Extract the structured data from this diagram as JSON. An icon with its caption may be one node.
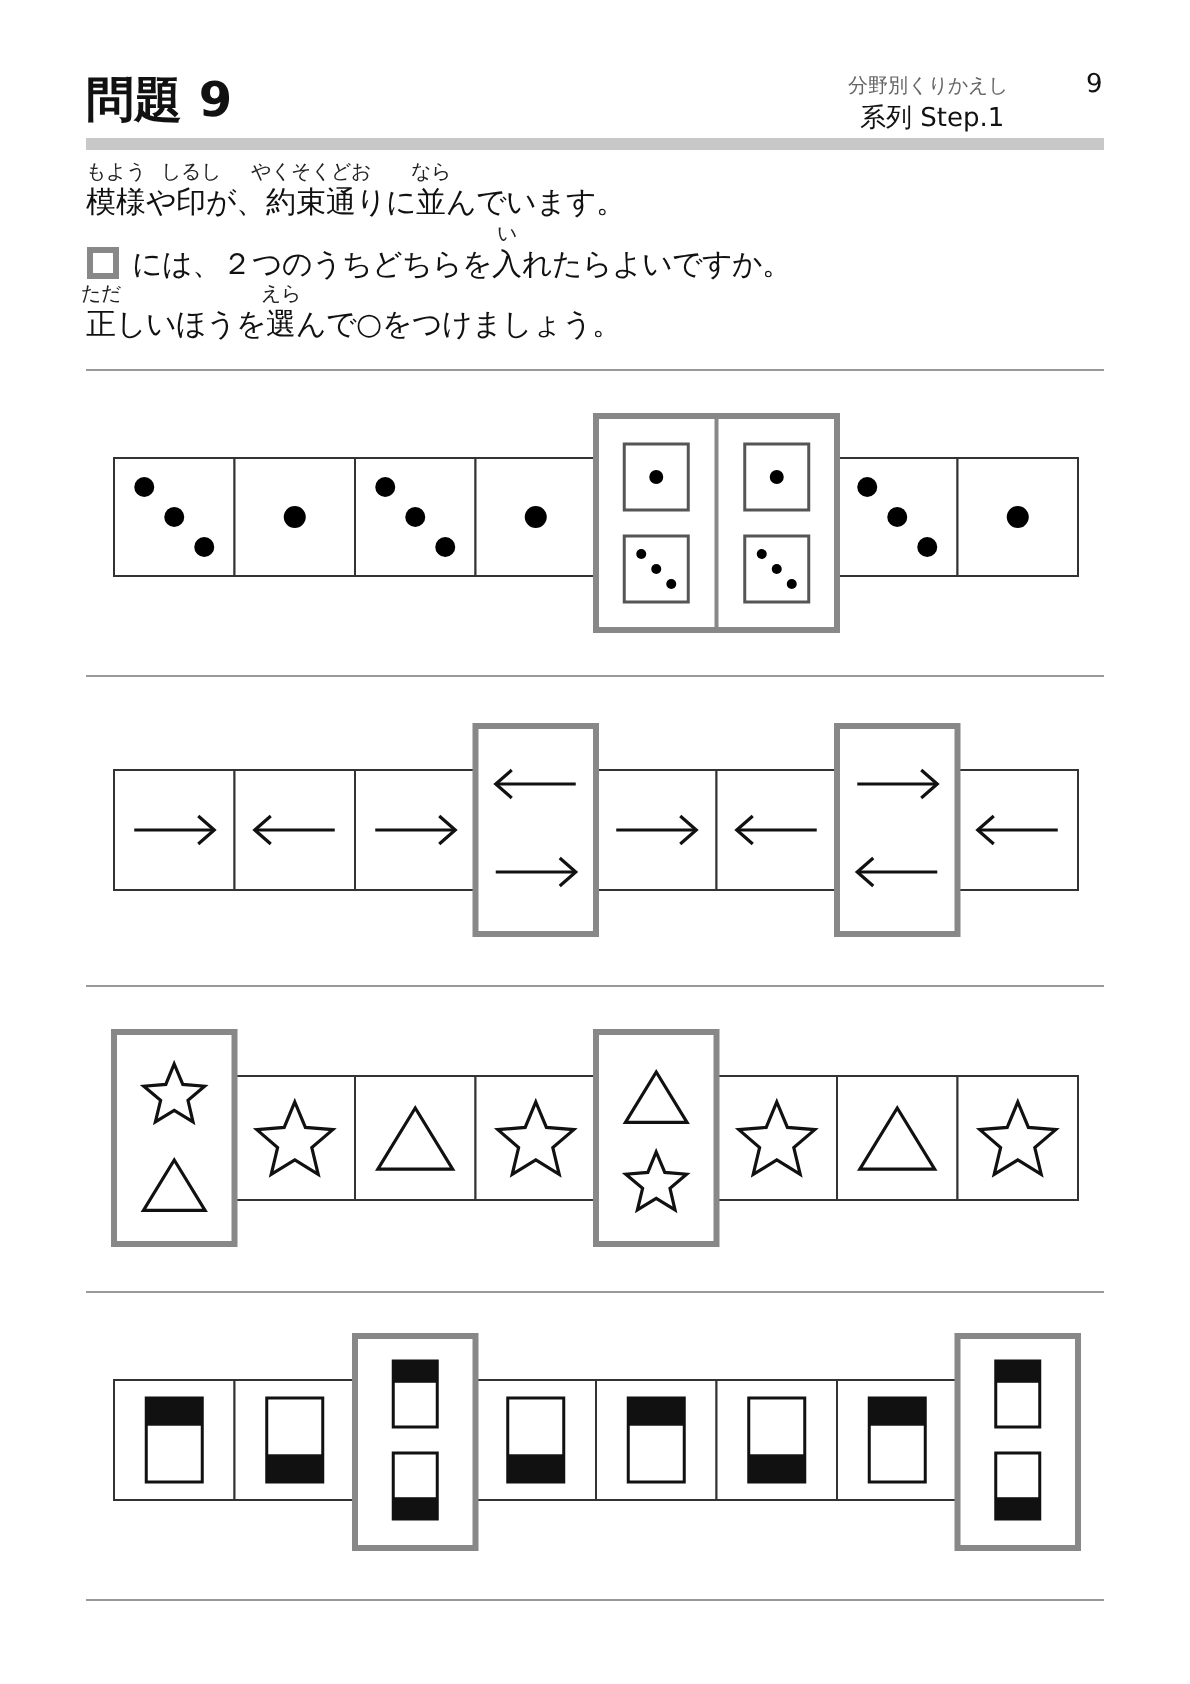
{
  "diagram": {
    "title": "問題 9",
    "labels": [
      "分野別くりかえし",
      "9",
      "系列 Step.1",
      "もよう",
      "しるし",
      "やくそくどお",
      "なら",
      "模様や印が、約束通りに並んでいます。",
      "い",
      "には、２つのうちどちらを入れたらよいですか。",
      "ただ",
      "えら",
      "正しいほうを選んで○をつけましょう。"
    ]
  }
}
